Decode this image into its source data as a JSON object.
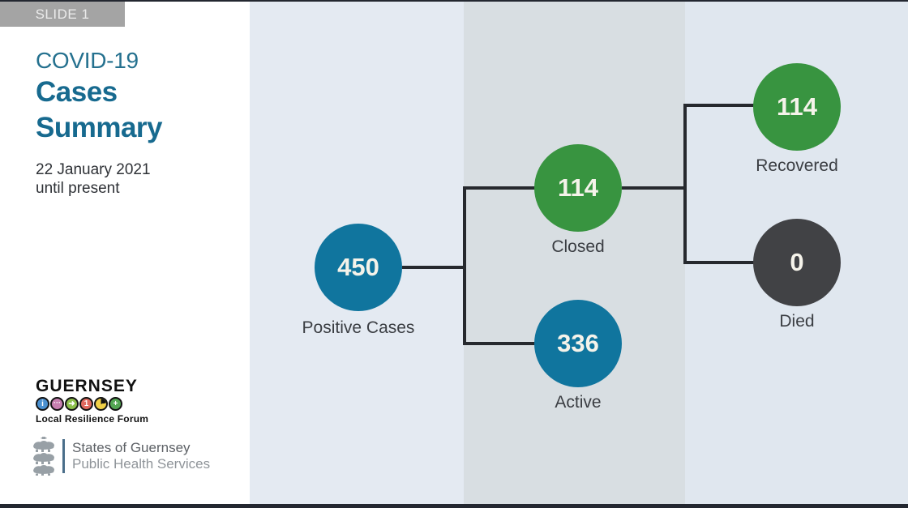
{
  "slide_label": "SLIDE 1",
  "header": {
    "title_line1": "COVID-19",
    "title_line2": "Cases Summary",
    "date_line1": "22 January 2021",
    "date_line2": "until present"
  },
  "diagram": {
    "type": "flow",
    "nodes": [
      {
        "id": "positive-cases",
        "value": "450",
        "label": "Positive Cases",
        "color": "#10759e"
      },
      {
        "id": "closed",
        "value": "114",
        "label": "Closed",
        "color": "#389440"
      },
      {
        "id": "active",
        "value": "336",
        "label": "Active",
        "color": "#10759e"
      },
      {
        "id": "recovered",
        "value": "114",
        "label": "Recovered",
        "color": "#389440"
      },
      {
        "id": "died",
        "value": "0",
        "label": "Died",
        "color": "#414245"
      }
    ],
    "edges": [
      "Positive Cases -> Closed",
      "Positive Cases -> Active",
      "Closed -> Recovered",
      "Closed -> Died"
    ]
  },
  "footer": {
    "lrf_logo": {
      "title": "GUERNSEY",
      "subtitle": "Local Resilience Forum",
      "icon_glyphs": {
        "info": "i",
        "dots": "···",
        "arrow": "➜",
        "one": "1",
        "plus": "+"
      },
      "icon_colors": [
        "#4a90d0",
        "#c77fb0",
        "#8cbf4a",
        "#e0695f",
        "#f0d048",
        "#53a653"
      ]
    },
    "sog_logo": {
      "line1": "States of Guernsey",
      "line2": "Public Health Services"
    }
  },
  "colors": {
    "title_blue": "#176a8f",
    "node_blue": "#10759e",
    "node_green": "#389440",
    "node_dark": "#414245",
    "band_light": "#e4eaf2",
    "band_mid": "#d8dee2",
    "band_right": "#e0e7ef",
    "edge_dark": "#232730",
    "connector": "#26292e",
    "slide_label_bg": "#a4a4a4"
  }
}
